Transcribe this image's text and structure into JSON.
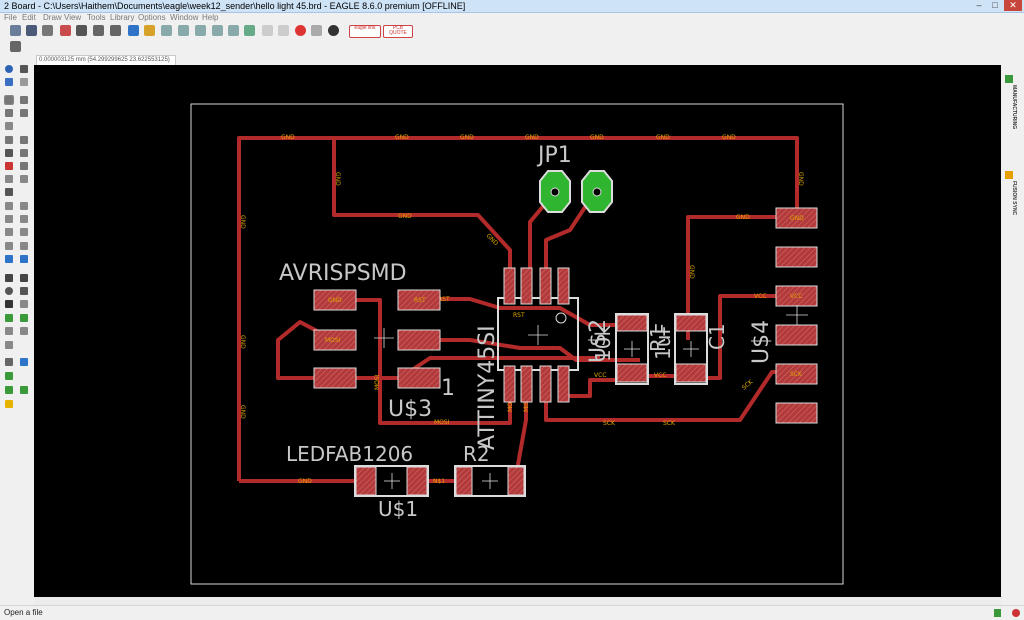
{
  "window": {
    "title": "2 Board - C:\\Users\\Haithem\\Documents\\eagle\\week12_sender\\hello light 45.brd - EAGLE 8.6.0 premium [OFFLINE]"
  },
  "menu": [
    "File",
    "Edit",
    "Draw",
    "View",
    "Tools",
    "Library",
    "Options",
    "Window",
    "Help"
  ],
  "coords": "0.000003125 mm (54.299299625 23.622553125)",
  "status": "Open a file",
  "right_panel": {
    "tab1": "MANUFACTURING",
    "tab2": "FUSION SYNC"
  },
  "toolbar": {
    "logo1": "eagle link",
    "logo2": "PCB QUOTE"
  },
  "board": {
    "labels": {
      "jp1": "JP1",
      "avr": "AVRISPSMD",
      "u3": "U$3",
      "one": "1",
      "attiny": "ATTINY45SI",
      "us2": "U$2",
      "r1": "R1",
      "r1val": "10k",
      "c1": "C1",
      "c1val": "1uF",
      "u4": "U$4",
      "led": "LEDFAB1206",
      "r2": "R2",
      "u1": "U$1"
    },
    "pads": {
      "gnd": "GND",
      "mosi": "MOSI",
      "rst": "RST",
      "sck": "SCK",
      "vcc": "VCC",
      "n1": "N$1"
    },
    "traces": {
      "gnd": "GND",
      "mosi": "MOSI",
      "sck": "SCK",
      "vcc": "VCC",
      "rst": "RST",
      "miso": "MISO",
      "n1": "N$1"
    }
  },
  "colors": {
    "trace": "#b32a2a",
    "pad": "#b33a3a",
    "outline": "#dcdcdc",
    "via": "#2fb52f",
    "board": "#000000"
  }
}
